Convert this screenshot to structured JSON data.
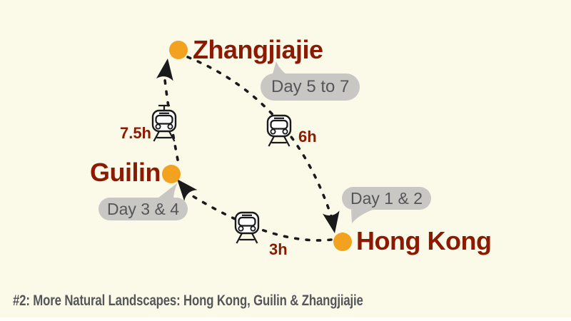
{
  "colors": {
    "background": "#FBFAE9",
    "city_text": "#8B1A02",
    "dot": "#F2A21E",
    "badge_bg": "#C8C7C4",
    "badge_text": "#55565A",
    "line": "#1a1a1a",
    "caption_text": "#55565A"
  },
  "cities": [
    {
      "name": "Zhangjiajie",
      "stay_badge": "Day 5 to 7"
    },
    {
      "name": "Guilin",
      "stay_badge": "Day 3 & 4"
    },
    {
      "name": "Hong Kong",
      "stay_badge": "Day 1 & 2"
    }
  ],
  "legs": [
    {
      "route": "Guilin to Zhangjiajie",
      "mode": "train",
      "duration": "7.5h"
    },
    {
      "route": "Zhangjiajie to Hong Kong",
      "mode": "train",
      "duration": "6h"
    },
    {
      "route": "Hong Kong to Guilin",
      "mode": "train",
      "duration": "3h"
    }
  ],
  "caption": "#2: More Natural Landscapes: Hong Kong, Guilin & Zhangjiajie"
}
